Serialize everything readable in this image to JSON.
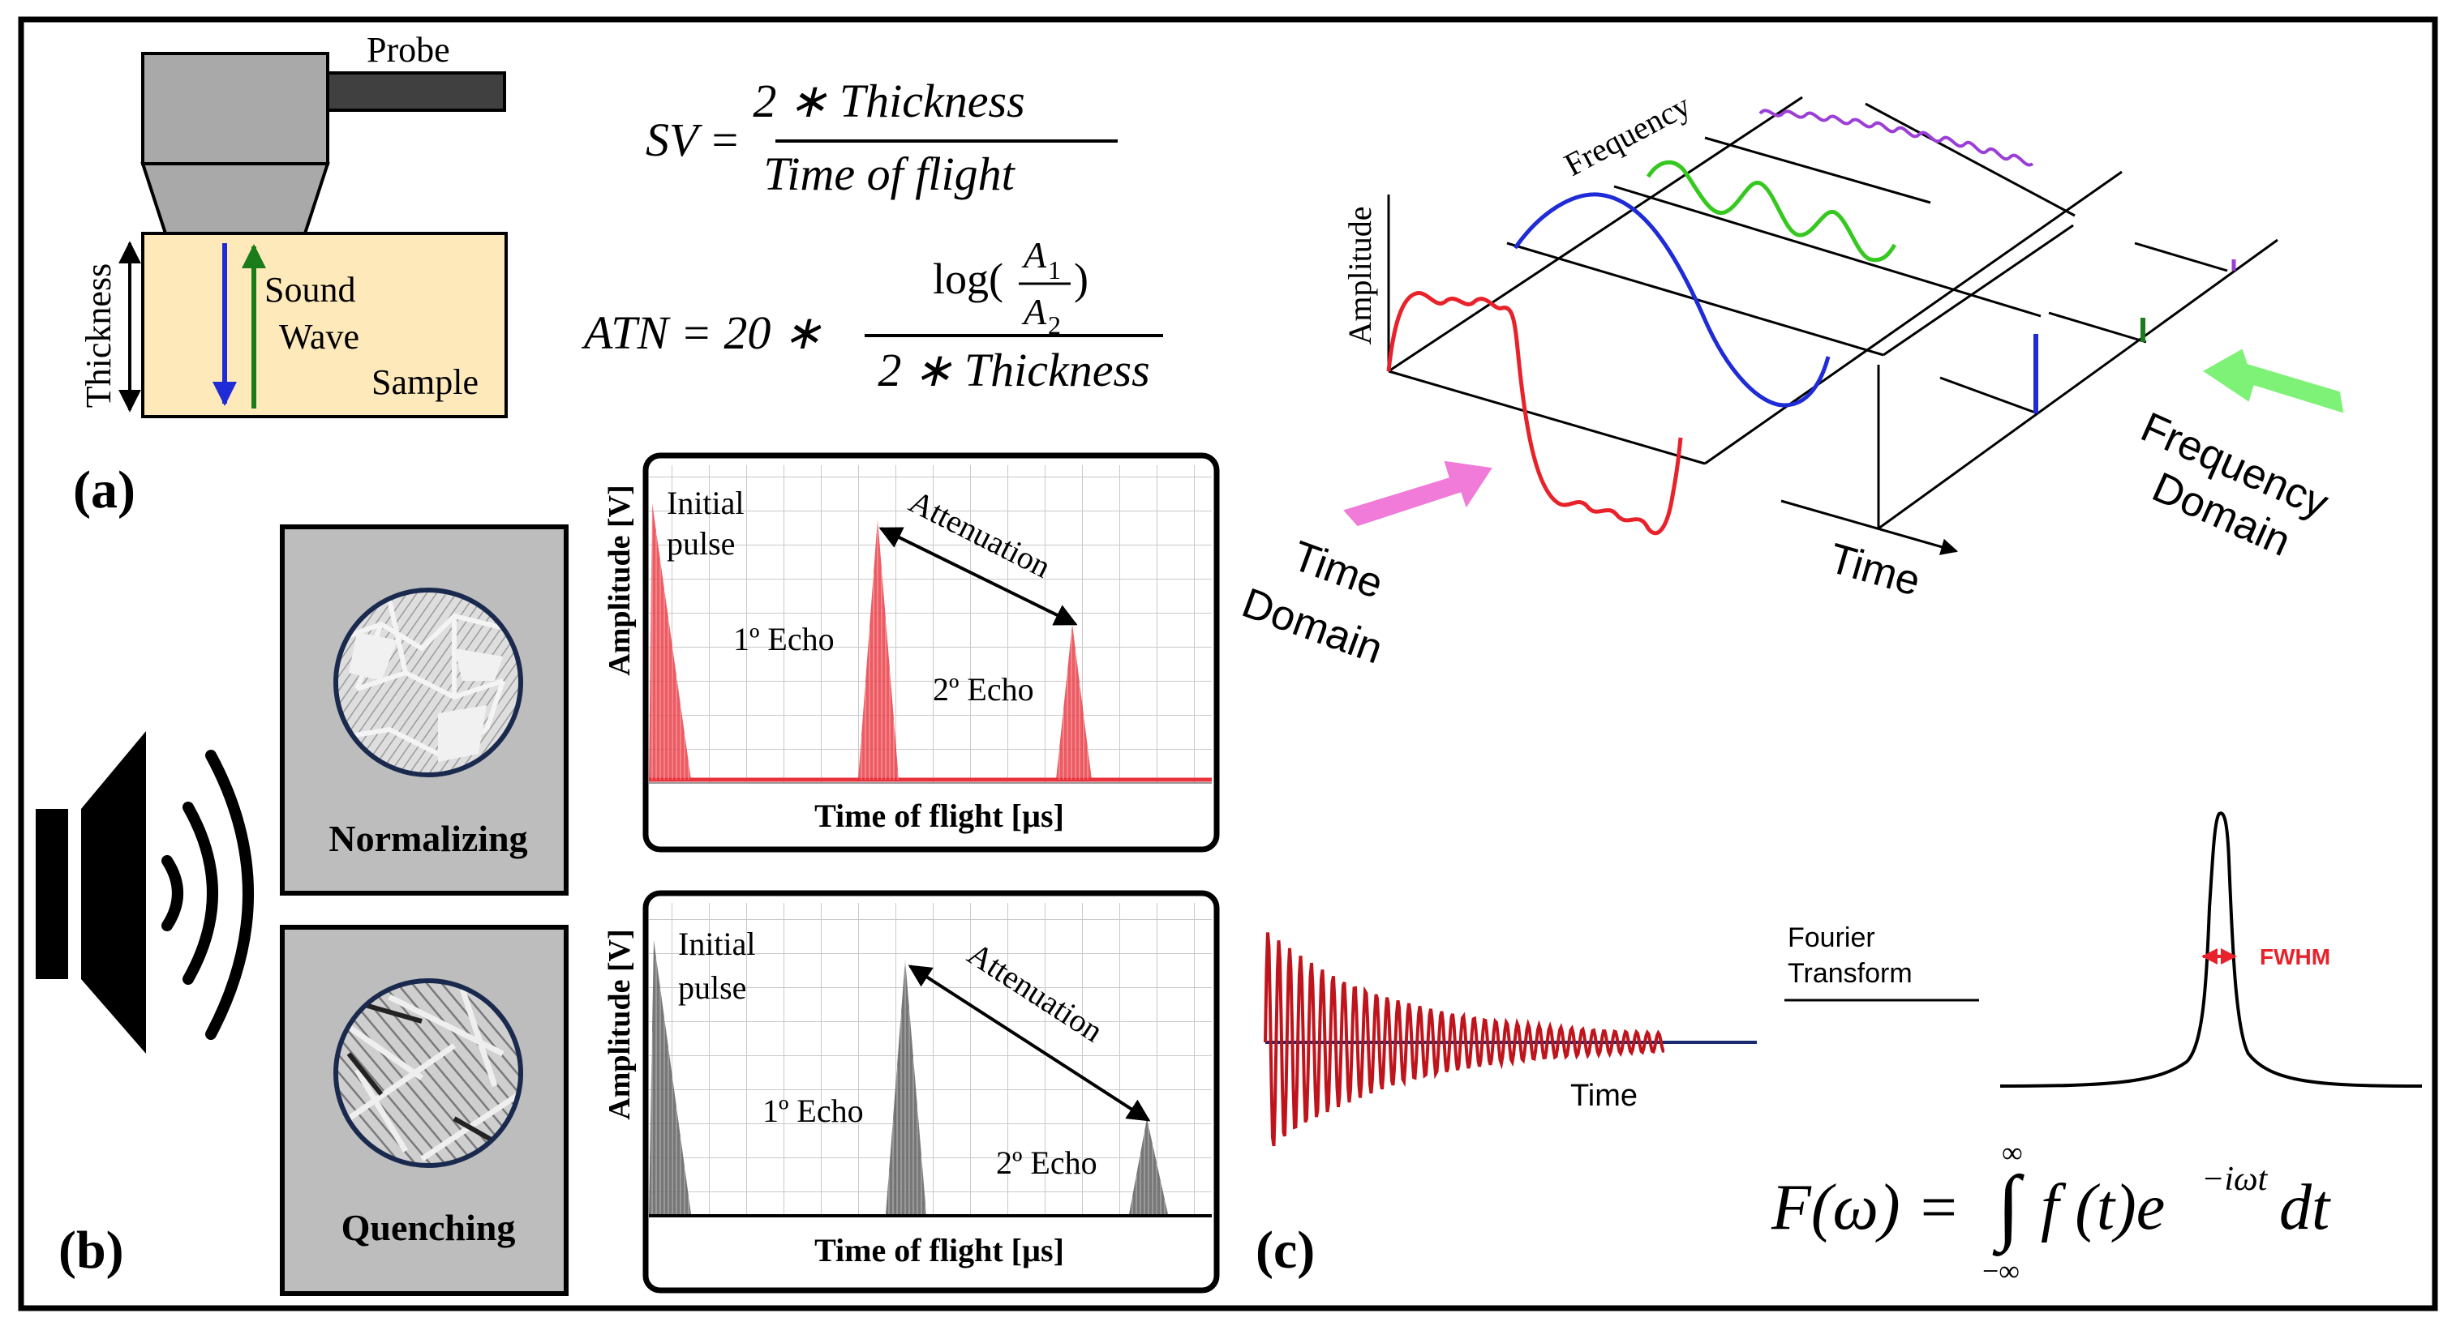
{
  "panel_a": {
    "label": "(a)",
    "probe": "Probe",
    "thickness": "Thickness",
    "sound": "Sound",
    "wave": "Wave",
    "sample": "Sample",
    "sv_lhs": "SV =",
    "sv_num": "2 ∗ Thickness",
    "sv_den": "Time of flight",
    "atn_lhs": "ATN = 20 ∗",
    "atn_log": "log(",
    "atn_a1": "A",
    "atn_a1_sub": "1",
    "atn_a2": "A",
    "atn_a2_sub": "2",
    "atn_close": ")",
    "atn_den": "2 ∗ Thickness"
  },
  "panel_b": {
    "label": "(b)",
    "normalizing": "Normalizing",
    "quenching": "Quenching",
    "chart_top": {
      "ylabel": "Amplitude [V]",
      "xlabel": "Time of flight [µs]",
      "initial1": "Initial",
      "initial2": "pulse",
      "echo1": "1º Echo",
      "echo2": "2º Echo",
      "attenuation": "Attenuation",
      "color": "#e8323c"
    },
    "chart_bottom": {
      "ylabel": "Amplitude [V]",
      "xlabel": "Time of flight [µs]",
      "initial1": "Initial",
      "initial2": "pulse",
      "echo1": "1º Echo",
      "echo2": "2º Echo",
      "attenuation": "Attenuation",
      "color": "#555555"
    }
  },
  "panel_c": {
    "label": "(c)",
    "frequency_axis": "Frequency",
    "amplitude_axis": "Amplitude",
    "time_axis": "Time",
    "time_domain_1": "Time",
    "time_domain_2": "Domain",
    "freq_domain_1": "Frequency",
    "freq_domain_2": "Domain",
    "fourier_1": "Fourier",
    "fourier_2": "Transform",
    "time_label": "Time",
    "fwhm": "FWHM",
    "formula_lhs": "F(ω) =",
    "formula_rhs": "f (t)e",
    "formula_exp": "−iωt",
    "formula_dt": "dt",
    "int_upper": "∞",
    "int_lower": "−∞",
    "colors": {
      "red": "#e8222a",
      "blue": "#1f2bd6",
      "green": "#35c81f",
      "purple": "#9b3fd6",
      "pink": "#f07bd8",
      "lightgreen": "#7ef277",
      "navy": "#1a2a6e",
      "darkred": "#c0141c"
    }
  }
}
